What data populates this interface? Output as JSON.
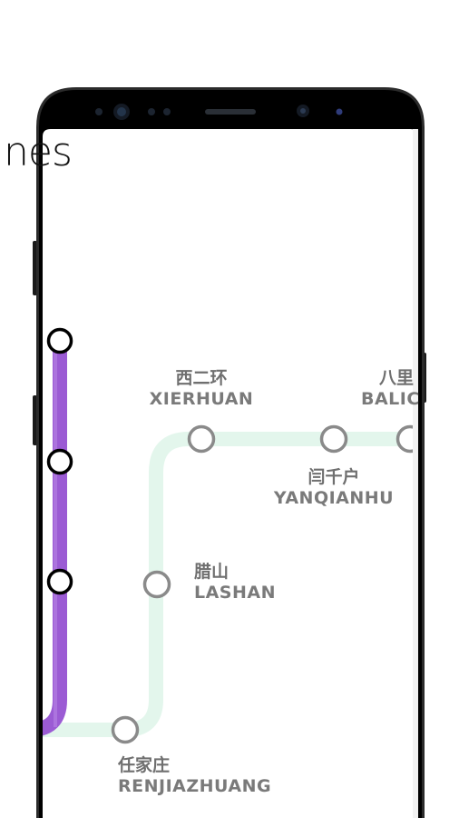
{
  "screen": {
    "title": "nes"
  },
  "stations": [
    {
      "cn": "西二环",
      "en": "XIERHUAN"
    },
    {
      "cn": "八里",
      "en": "BALIC"
    },
    {
      "cn": "闫千户",
      "en": "YANQIANHU"
    },
    {
      "cn": "腊山",
      "en": "LASHAN"
    },
    {
      "cn": "任家庄",
      "en": "RENJIAZHUANG"
    }
  ],
  "colors": {
    "purple_line": "#9b5bd4",
    "green_line": "#e3f6ec",
    "station_stroke": "#8a8a8a",
    "node_stroke": "#000000",
    "label": "#6f6f6f",
    "bezel": "#000000"
  }
}
